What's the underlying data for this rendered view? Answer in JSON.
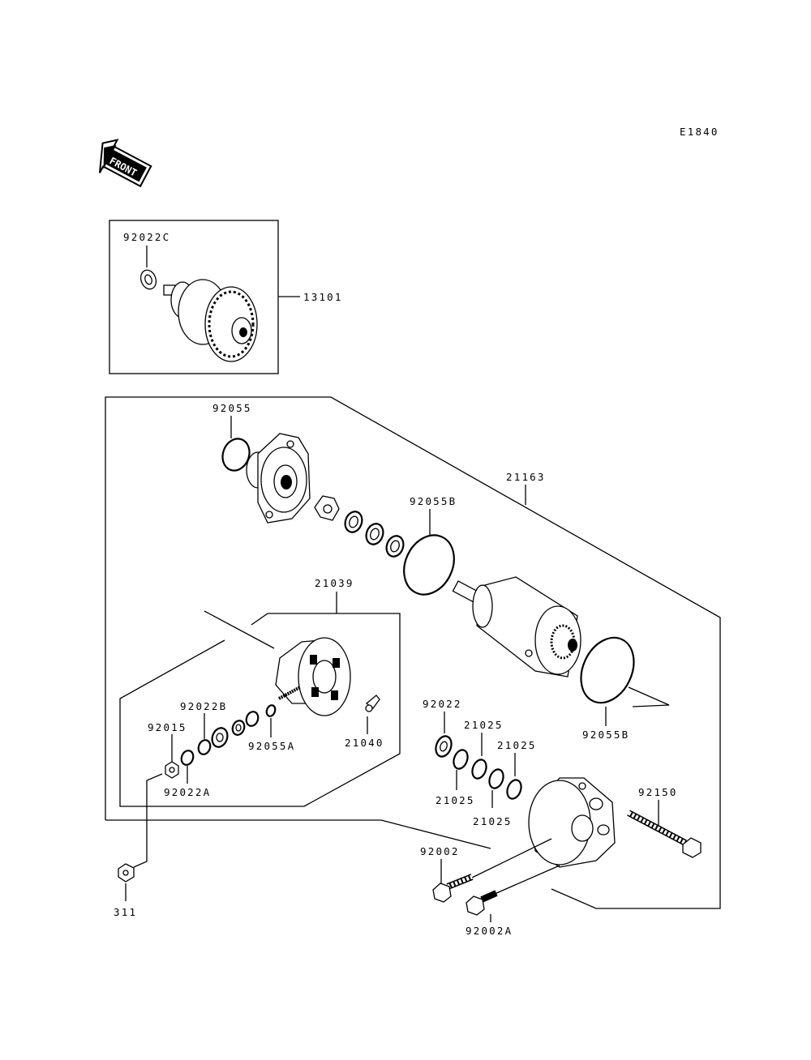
{
  "diagram_code": "E1840",
  "front_badge": "FRONT",
  "labels": {
    "p92022C": "92022C",
    "p13101": "13101",
    "p92055": "92055",
    "p21163": "21163",
    "p92055B_top": "92055B",
    "p21039": "21039",
    "p92022B": "92022B",
    "p92015": "92015",
    "p92022A": "92022A",
    "p92055A": "92055A",
    "p21040": "21040",
    "p92022": "92022",
    "p21025_a": "21025",
    "p21025_b": "21025",
    "p21025_c": "21025",
    "p21025_d": "21025",
    "p92055B_bottom": "92055B",
    "p92150": "92150",
    "p92002": "92002",
    "p92002A": "92002A",
    "p311": "311"
  }
}
